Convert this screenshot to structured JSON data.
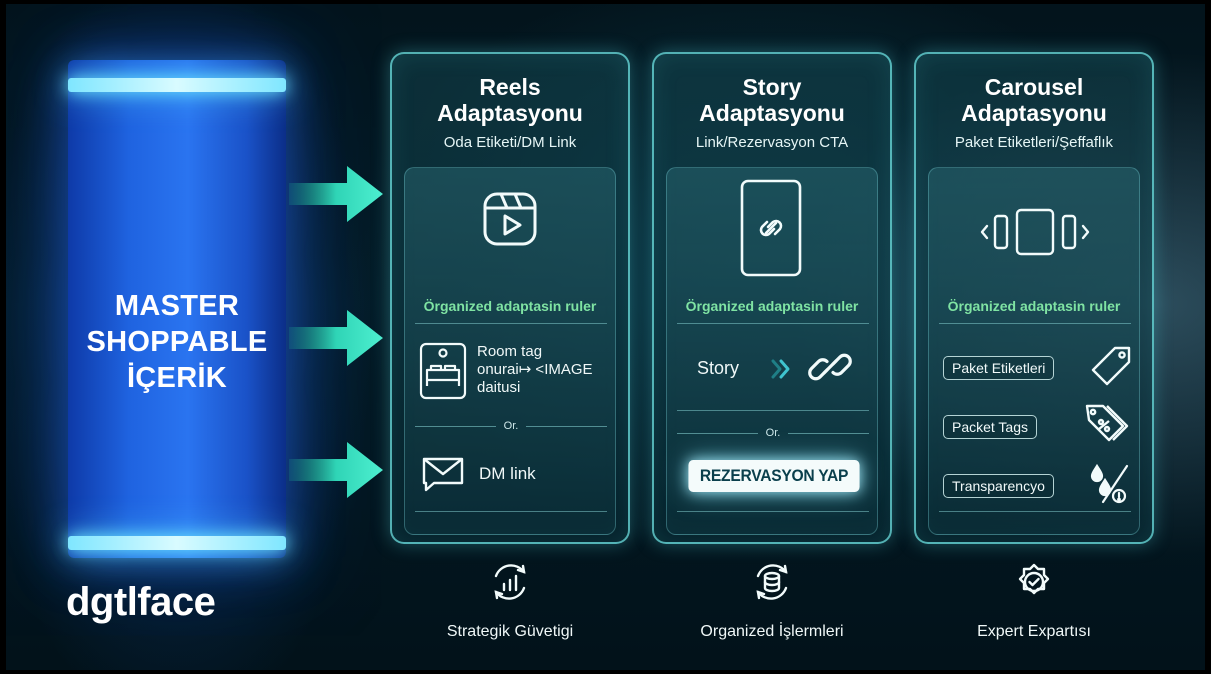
{
  "pillar": {
    "title_lines": [
      "MASTER",
      "SHOPPABLE",
      "İÇERİK"
    ],
    "brand": "dgtlface"
  },
  "colors": {
    "accent": "#3fd1b8",
    "panel_border": "#6ee1e1",
    "pillar": "#1f63e0",
    "ruler_text": "#7fe3a3"
  },
  "panels": [
    {
      "title_line1": "Reels",
      "title_line2": "Adaptasyonu",
      "subtitle": "Oda Etiketi/DM Link",
      "icon": "reels-icon",
      "ruler": "Örganized adaptasin ruler",
      "room_tag_lines": [
        "Room tag",
        "onurai↦ <IMAGE",
        "daitusi"
      ],
      "room_icon": "bed-icon",
      "or": "Or.",
      "dm_label": "DM link",
      "dm_icon": "envelope-icon"
    },
    {
      "title_line1": "Story",
      "title_line2": "Adaptasyonu",
      "subtitle": "Link/Rezervasyon CTA",
      "icon": "phone-link-icon",
      "ruler": "Örganized adaptasin ruler",
      "story_label": "Story",
      "story_icons": [
        "chevrons-right-icon",
        "link-icon"
      ],
      "or": "Or.",
      "cta": "REZERVASYON YAP"
    },
    {
      "title_line1": "Carousel",
      "title_line2": "Adaptasyonu",
      "subtitle": "Paket Etiketleri/Şeffaflık",
      "icon": "carousel-icon",
      "ruler": "Örganized adaptasin ruler",
      "tags": [
        {
          "label": "Paket Etiketleri",
          "icon": "price-tag-icon"
        },
        {
          "label": "Packet Tags",
          "icon": "percent-tags-icon"
        },
        {
          "label": "Transparencyo",
          "icon": "drops-percent-icon"
        }
      ]
    }
  ],
  "features": [
    {
      "label": "Strategik Güvetigi",
      "icon": "growth-chart-icon"
    },
    {
      "label": "Organized İşlermleri",
      "icon": "database-sync-icon"
    },
    {
      "label": "Expert Expartısı",
      "icon": "gear-check-icon"
    }
  ]
}
